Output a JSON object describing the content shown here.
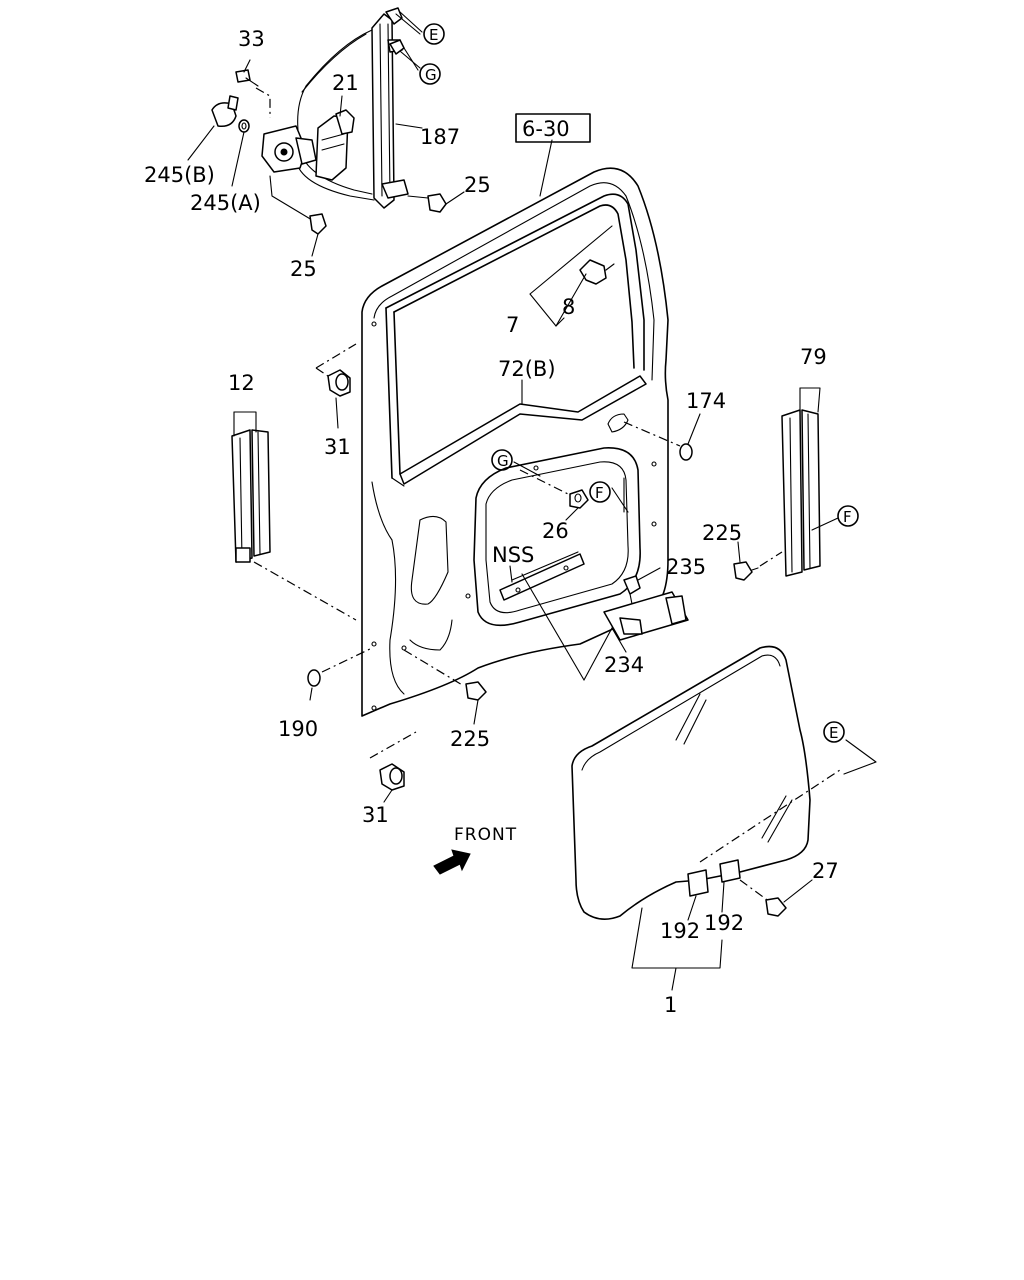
{
  "labels": {
    "p33": "33",
    "p21": "21",
    "p187": "187",
    "p245b": "245(B)",
    "p245a": "245(A)",
    "p25_right": "25",
    "p25_bottom": "25",
    "ref": "6-30",
    "p7": "7",
    "p8": "8",
    "p72b": "72(B)",
    "p79": "79",
    "p12": "12",
    "p31_top": "31",
    "p174": "174",
    "p26": "26",
    "p225_right": "225",
    "nss": "NSS",
    "p235": "235",
    "p234": "234",
    "p190": "190",
    "p225_bottom": "225",
    "p31_bottom": "31",
    "front": "FRONT",
    "p27": "27",
    "p192_left": "192",
    "p192_right": "192",
    "p1": "1"
  },
  "circled": {
    "e_top": "E",
    "g_top": "G",
    "g_mid": "G",
    "f_mid": "F",
    "f_right": "F",
    "e_right": "E"
  },
  "icons": {
    "front_arrow": "front-arrow-icon"
  }
}
